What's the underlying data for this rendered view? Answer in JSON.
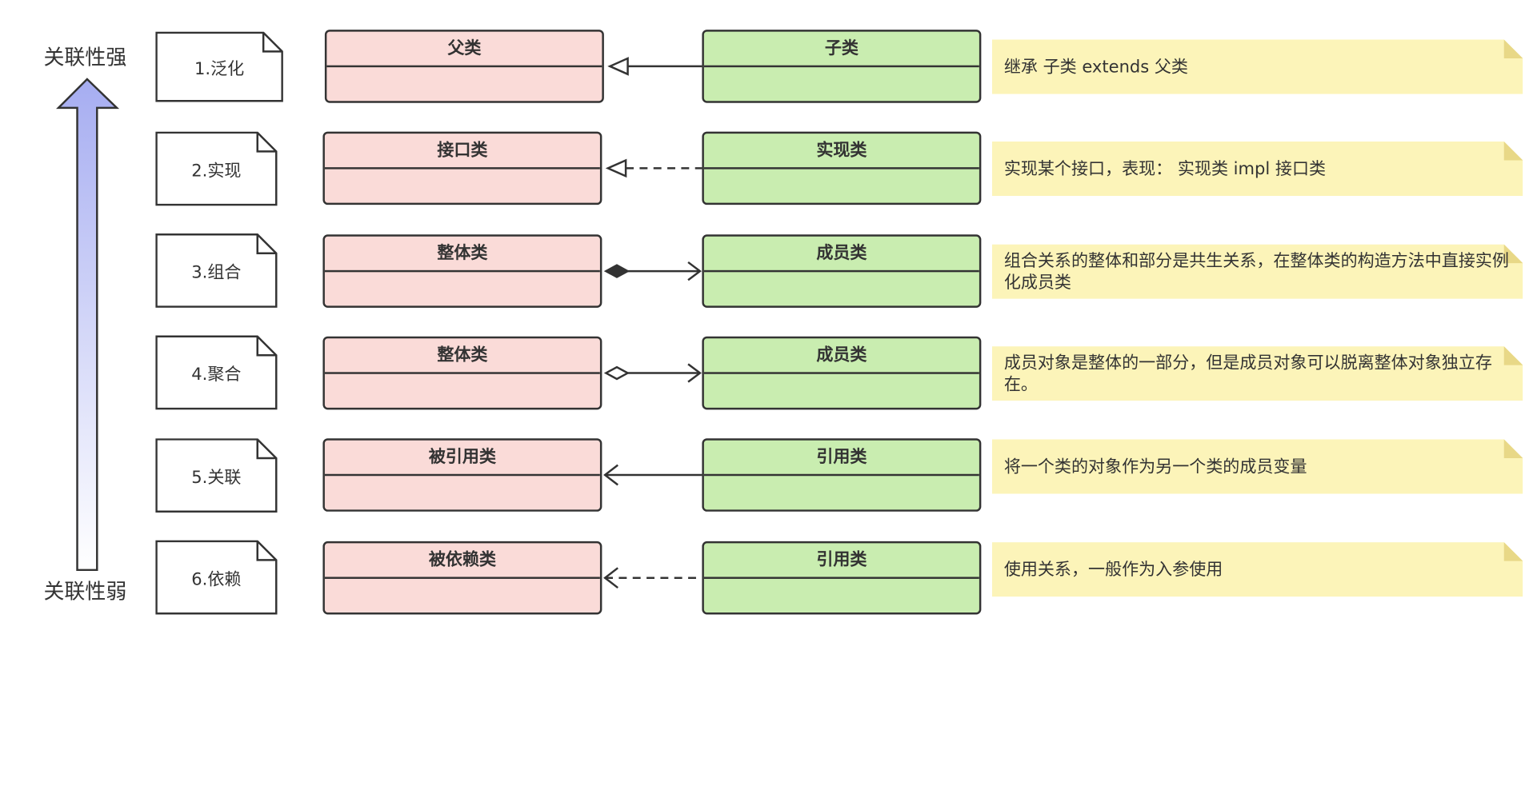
{
  "axis": {
    "top_label": "关联性强",
    "bottom_label": "关联性弱",
    "gradient_top": "#a6adf1",
    "gradient_bottom": "#ffffff"
  },
  "colors": {
    "parent_fill": "#fadbd8",
    "child_fill": "#c9edb0",
    "note_fill": "#fcf4b9",
    "note_fold": "#e8d887",
    "stroke": "#333333"
  },
  "relations": [
    {
      "label": "1.泛化",
      "parent": "父类",
      "child": "子类",
      "line": "solid",
      "head": "hollow-triangle",
      "description": "继承  子类 extends 父类"
    },
    {
      "label": "2.实现",
      "parent": "接口类",
      "child": "实现类",
      "line": "dashed",
      "head": "hollow-triangle",
      "description": "实现某个接口，表现： 实现类 impl 接口类"
    },
    {
      "label": "3.组合",
      "parent": "整体类",
      "child": "成员类",
      "line": "solid",
      "head": "filled-diamond",
      "description": "组合关系的整体和部分是共生关系，在整体类的构造方法中直接实例化成员类"
    },
    {
      "label": "4.聚合",
      "parent": "整体类",
      "child": "成员类",
      "line": "solid",
      "head": "hollow-diamond",
      "description": "成员对象是整体的一部分，但是成员对象可以脱离整体对象独立存在。"
    },
    {
      "label": "5.关联",
      "parent": "被引用类",
      "child": "引用类",
      "line": "solid",
      "head": "open-arrow",
      "description": "将一个类的对象作为另一个类的成员变量"
    },
    {
      "label": "6.依赖",
      "parent": "被依赖类",
      "child": "引用类",
      "line": "dashed",
      "head": "open-arrow",
      "description": "使用关系，一般作为入参使用"
    }
  ]
}
